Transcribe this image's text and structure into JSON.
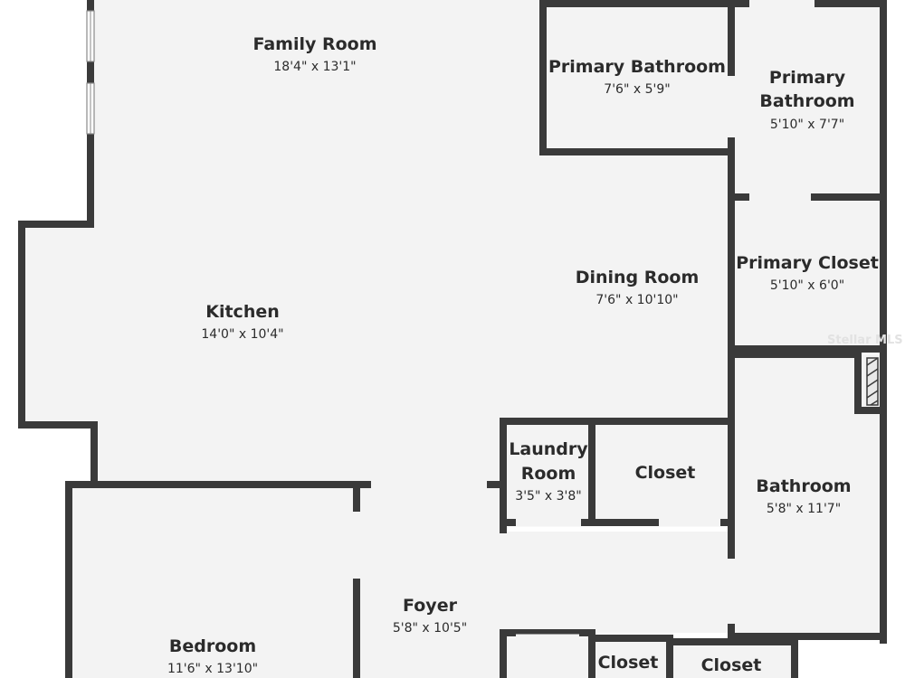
{
  "rooms": {
    "family_room": {
      "name": "Family Room",
      "dim": "18'4\" x 13'1\""
    },
    "kitchen": {
      "name": "Kitchen",
      "dim": "14'0\" x 10'4\""
    },
    "dining_room": {
      "name": "Dining Room",
      "dim": "7'6\" x 10'10\""
    },
    "primary_bathroom_a": {
      "name": "Primary Bathroom",
      "dim": "7'6\" x 5'9\""
    },
    "primary_bathroom_b": {
      "name_line1": "Primary",
      "name_line2": "Bathroom",
      "dim": "5'10\" x 7'7\""
    },
    "primary_closet": {
      "name": "Primary Closet",
      "dim": "5'10\" x 6'0\""
    },
    "laundry_room": {
      "name_line1": "Laundry",
      "name_line2": "Room",
      "dim": "3'5\" x 3'8\""
    },
    "closet_a": {
      "name": "Closet"
    },
    "bathroom": {
      "name": "Bathroom",
      "dim": "5'8\" x 11'7\""
    },
    "foyer": {
      "name": "Foyer",
      "dim": "5'8\" x 10'5\""
    },
    "bedroom": {
      "name": "Bedroom",
      "dim": "11'6\" x 13'10\""
    },
    "closet_b": {
      "name": "Closet"
    },
    "closet_c": {
      "name": "Closet"
    }
  },
  "watermark": "Stellar MLS",
  "colors": {
    "floor": "#f3f3f3",
    "wall": "#3a3a3a",
    "text": "#2b2b2b"
  }
}
